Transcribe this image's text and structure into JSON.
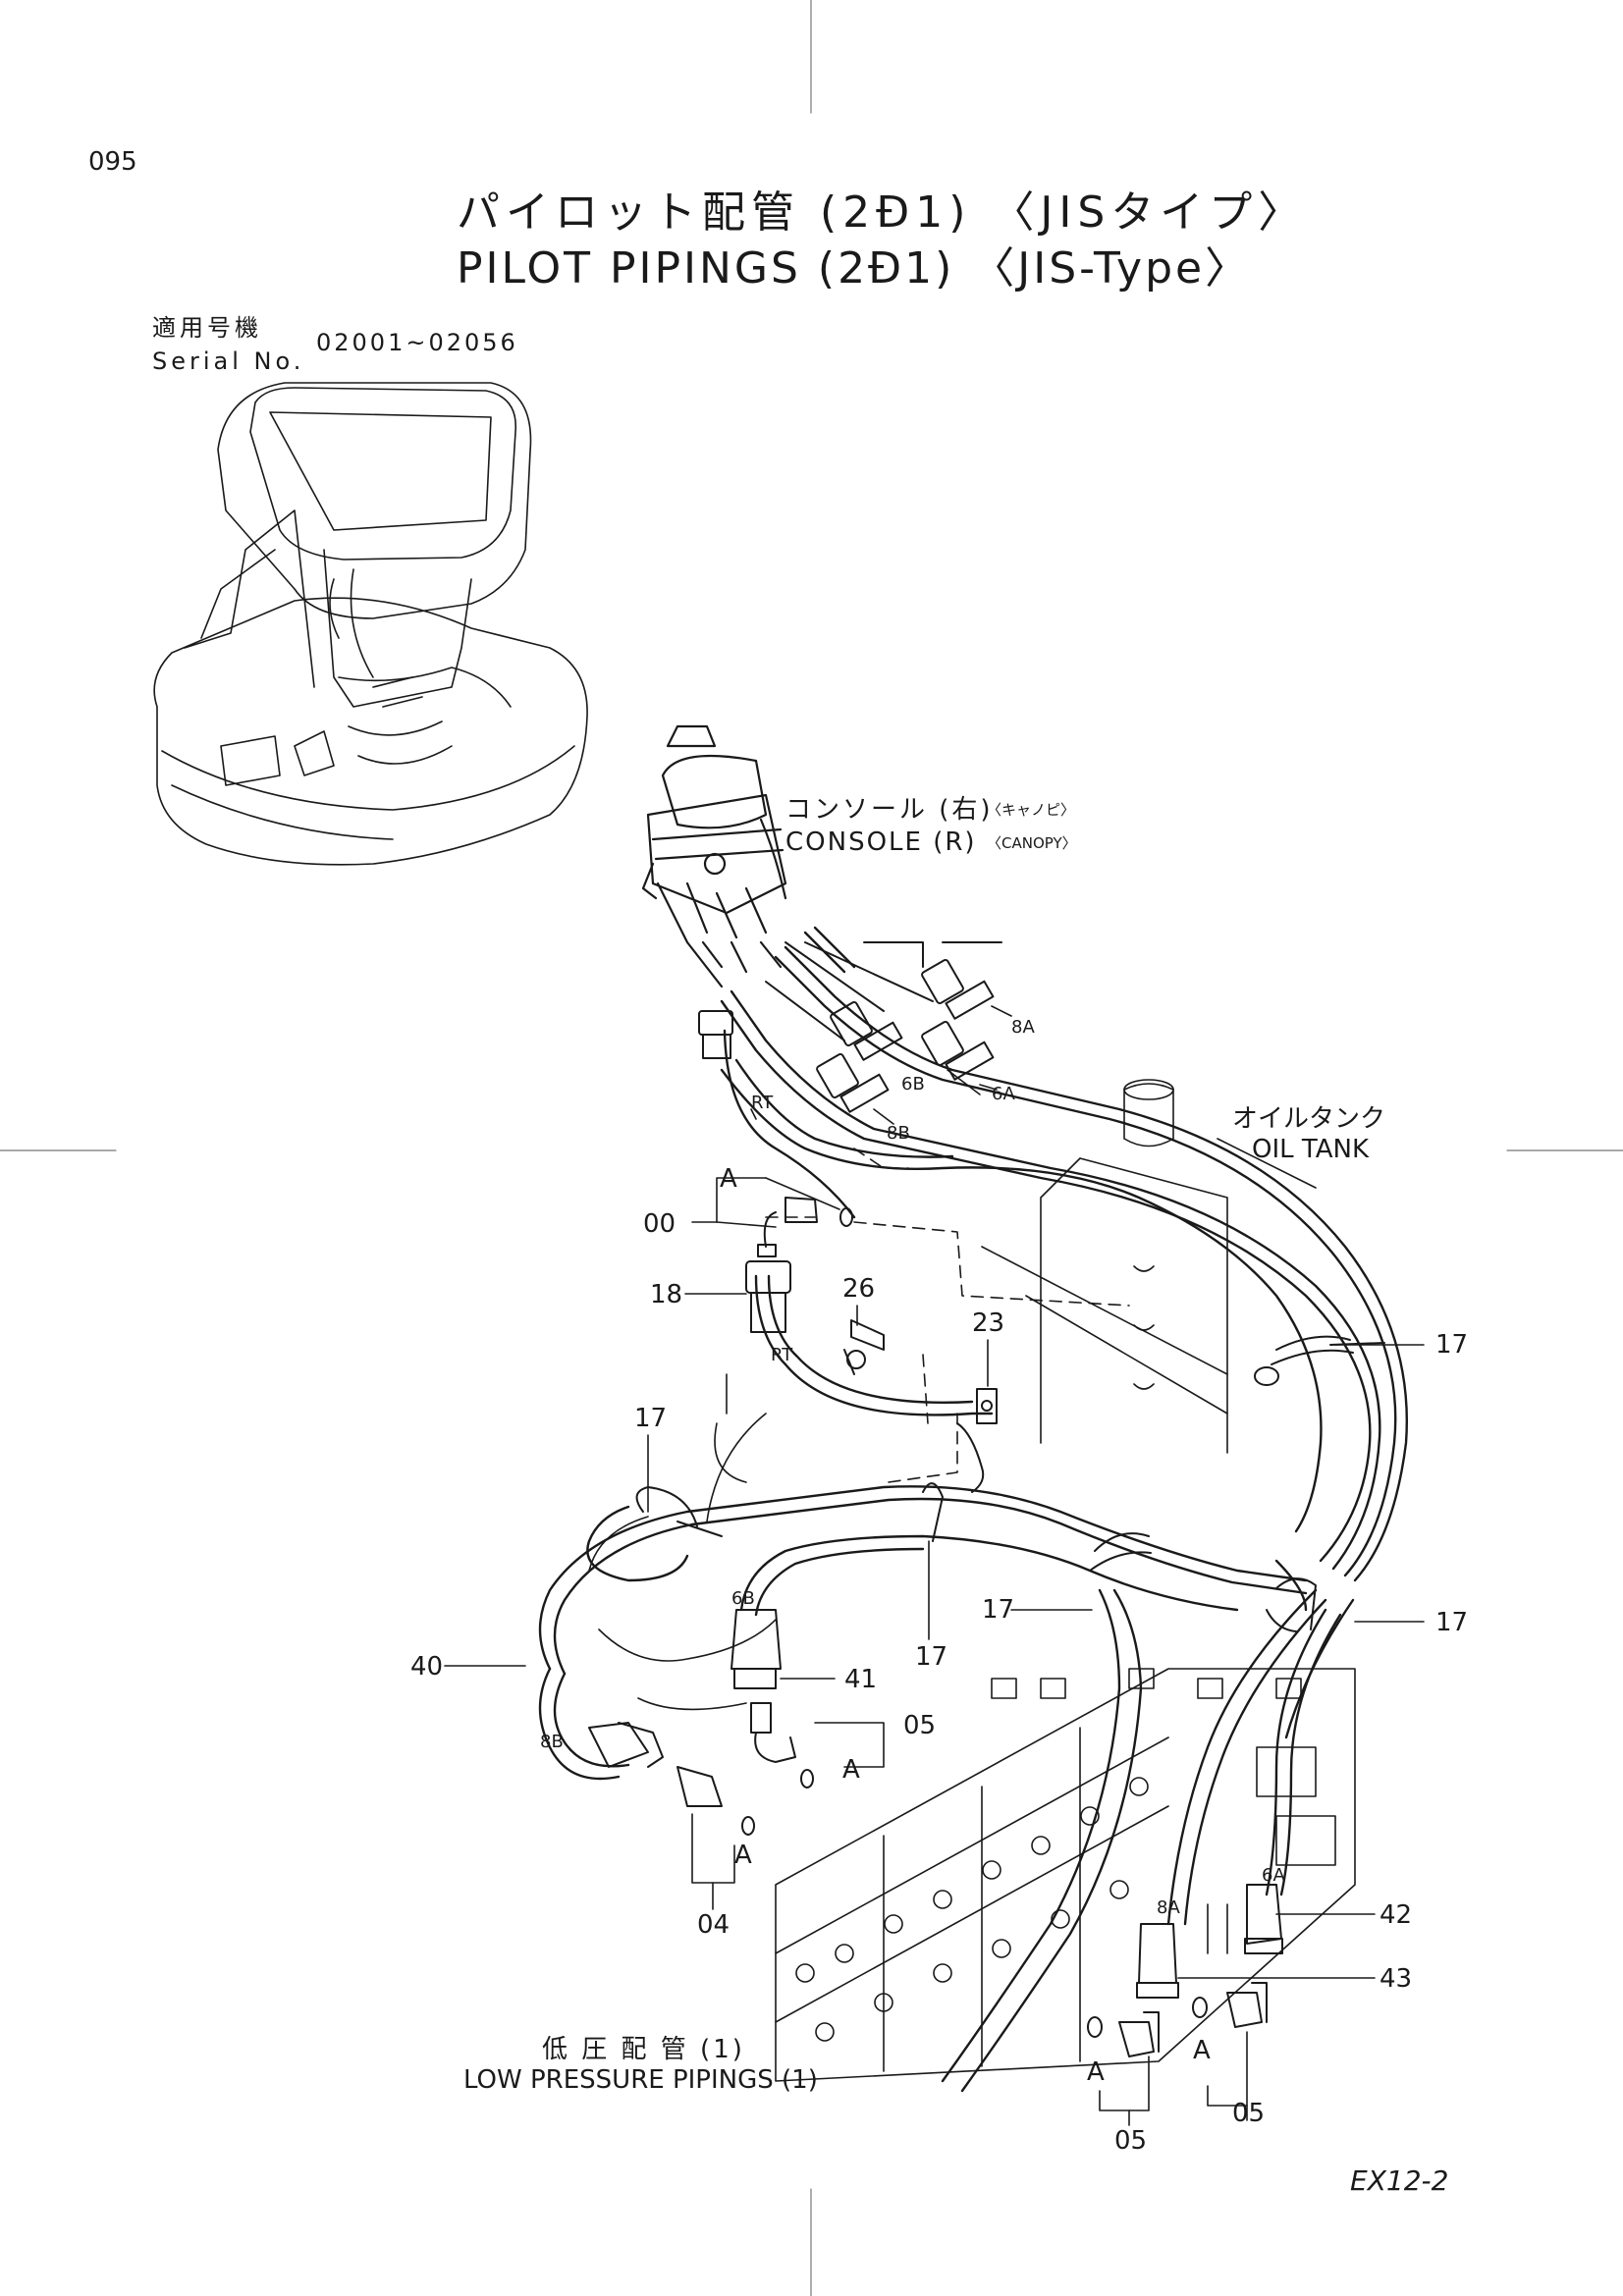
{
  "page_number": "095",
  "title_jp": "パイロット配管 (2Đ1) 〈JISタイプ〉",
  "title_en": "PILOT PIPINGS (2Đ1) 〈JIS-Type〉",
  "serial": {
    "label_jp": "適用号機",
    "label_en": "Serial No.",
    "range": "02001~02056"
  },
  "callouts": {
    "console_jp": "コンソール (右)",
    "console_jp_sub": "〈キャノピ〉",
    "console_en": "CONSOLE (R)",
    "console_en_sub": "〈CANOPY〉",
    "oil_tank_jp": "オイルタンク",
    "oil_tank_en": "OIL TANK",
    "low_pressure_jp": "低 圧 配 管 (1)",
    "low_pressure_en": "LOW PRESSURE PIPINGS (1)"
  },
  "part_labels": {
    "p00": "00",
    "p18": "18",
    "p26": "26",
    "p23": "23",
    "p17a": "17",
    "p17b": "17",
    "p17c": "17",
    "p17d": "17",
    "p17e": "17",
    "p40": "40",
    "p41": "41",
    "p05a": "05",
    "p05b": "05",
    "p05c": "05",
    "p04": "04",
    "p42": "42",
    "p43": "43"
  },
  "hose_marks": {
    "8A_top": "8A",
    "6B_top": "6B",
    "6A_top": "6A",
    "8B_top": "8B",
    "RT_top": "RT",
    "RT_mid": "RT",
    "6B_low": "6B",
    "8B_low": "8B",
    "8A_low": "8A",
    "6A_low": "6A"
  },
  "ref_marks": {
    "A1": "A",
    "A2": "A",
    "A3": "A",
    "A4": "A",
    "A5": "A"
  },
  "model_code": "EX12-2"
}
